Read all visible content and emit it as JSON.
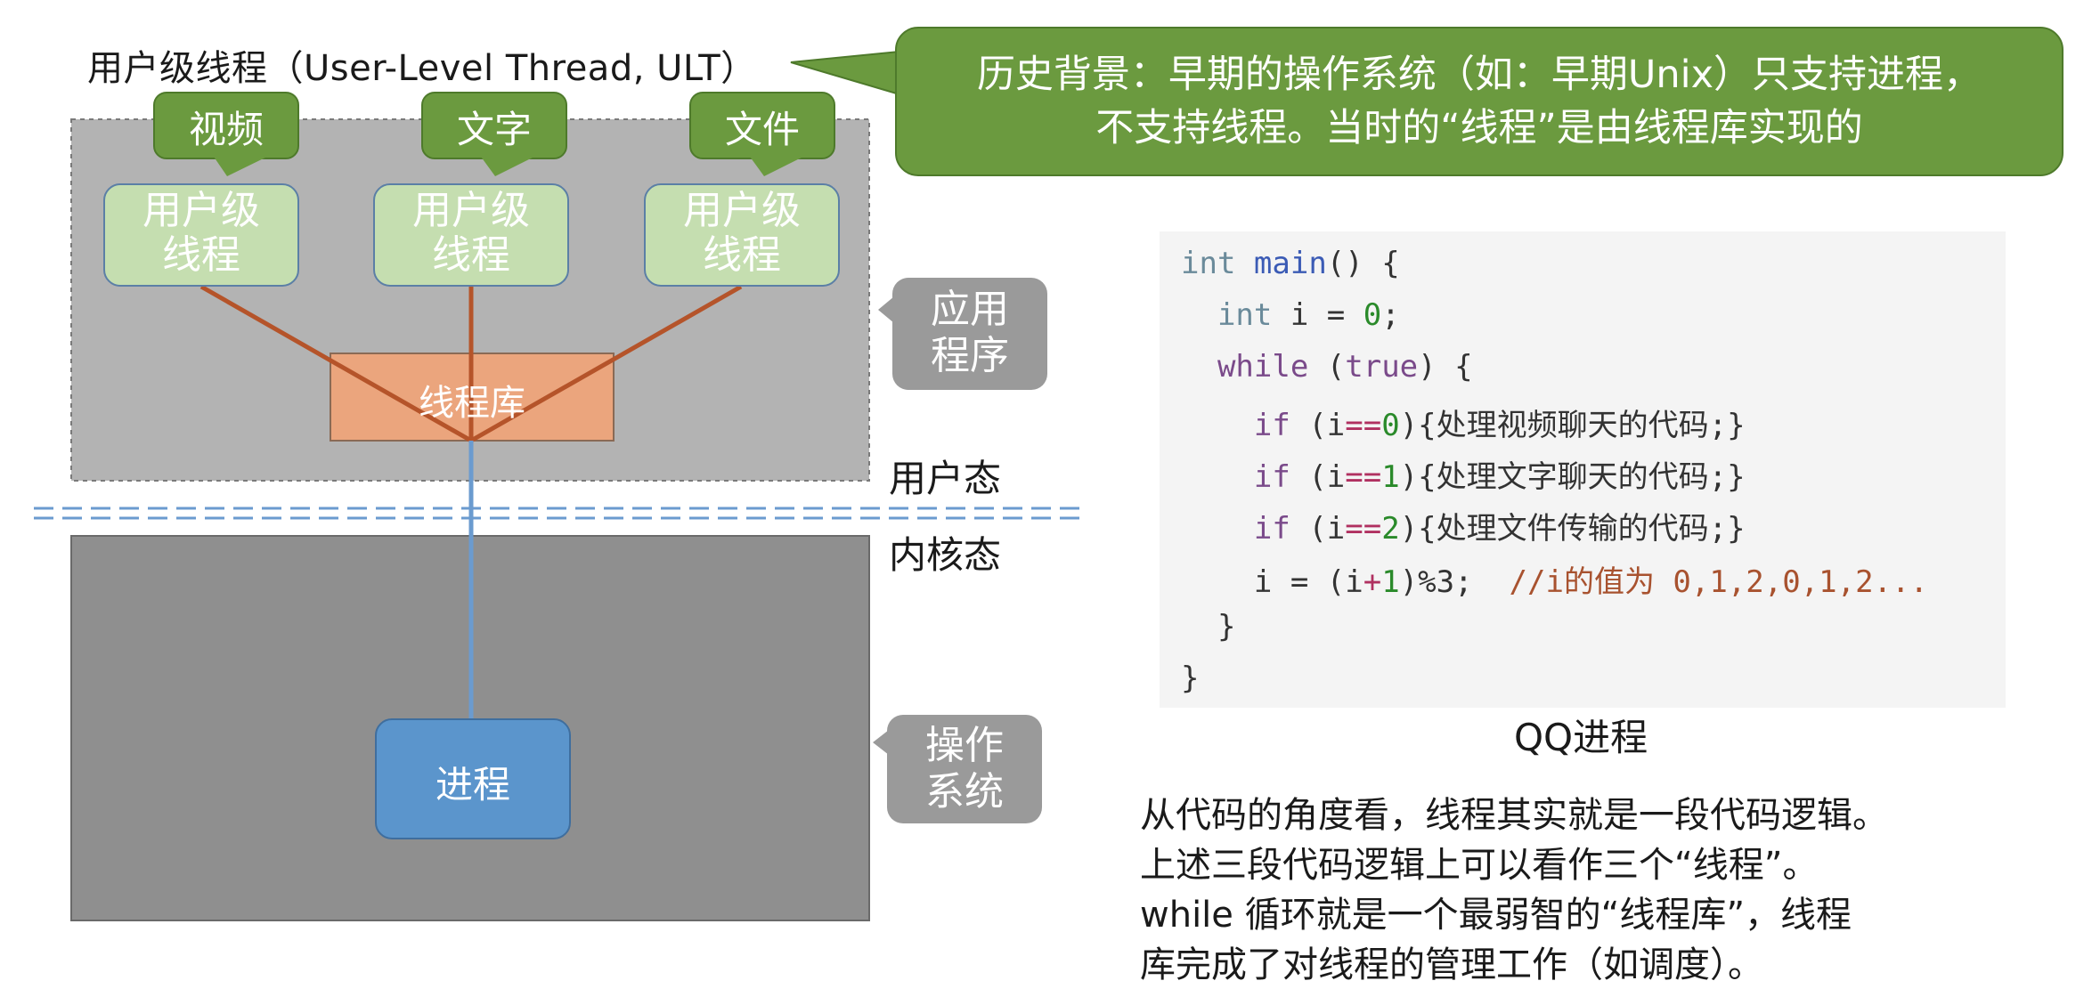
{
  "title": "用户级线程（User-Level Thread, ULT）",
  "history_note": {
    "line1": "历史背景：早期的操作系统（如：早期Unix）只支持进程，",
    "line2": "不支持线程。当时的“线程”是由线程库实现的"
  },
  "thread_tags": [
    "视频",
    "文字",
    "文件"
  ],
  "user_thread_label": {
    "line1": "用户级",
    "line2": "线程"
  },
  "thread_library": "线程库",
  "process": "进程",
  "app_label": {
    "line1": "应用",
    "line2": "程序"
  },
  "os_label": {
    "line1": "操作",
    "line2": "系统"
  },
  "user_mode": "用户态",
  "kernel_mode": "内核态",
  "code": {
    "line1": {
      "type": "int",
      "fn": "main",
      "rest": "() {"
    },
    "line2": {
      "type": "int",
      "mid": " i = ",
      "num": "0",
      "end": ";"
    },
    "line3": {
      "kw": "while",
      "open": " (",
      "val": "true",
      "close": ") {"
    },
    "line4": {
      "kw": "if",
      "open": " (i",
      "op": "==",
      "num": "0",
      "body": "){处理视频聊天的代码;}"
    },
    "line5": {
      "kw": "if",
      "open": " (i",
      "op": "==",
      "num": "1",
      "body": "){处理文字聊天的代码;}"
    },
    "line6": {
      "kw": "if",
      "open": " (i",
      "op": "==",
      "num": "2",
      "body": "){处理文件传输的代码;}"
    },
    "line7": {
      "pre": "i = (i",
      "op": "+",
      "num": "1",
      "post": ")%3;",
      "comment": "//i的值为 0,1,2,0,1,2..."
    },
    "line8": "}",
    "line9": "}"
  },
  "code_caption": "QQ进程",
  "explanation": [
    "从代码的角度看，线程其实就是一段代码逻辑。",
    "上述三段代码逻辑上可以看作三个“线程”。",
    "while 循环就是一个最弱智的“线程库”，线程",
    "库完成了对线程的管理工作（如调度）。"
  ],
  "colors": {
    "callout_green": "#6b9a3f",
    "user_thread_green": "#c5deb0",
    "thread_library_orange": "#eba57d",
    "process_blue": "#5b95cc",
    "connector_orange": "#b5542a",
    "connector_blue": "#6b9bcf",
    "app_area_gray": "#b3b3b3",
    "os_area_gray": "#8f8f8f",
    "side_label_gray": "#9a9a9a"
  }
}
